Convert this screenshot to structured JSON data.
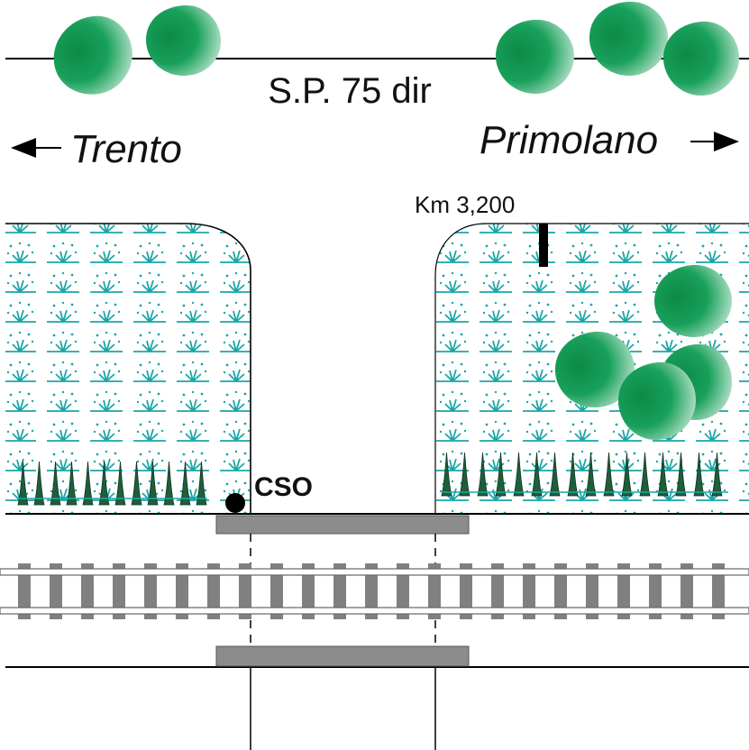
{
  "road": {
    "label": "S.P. 75 dir"
  },
  "directions": {
    "left": {
      "label": "Trento",
      "arrow": "left-arrow-icon"
    },
    "right": {
      "label": "Primolano",
      "arrow": "right-arrow-icon"
    }
  },
  "km_marker": {
    "label": "Km 3,200"
  },
  "crossing": {
    "label": "CSO"
  },
  "colors": {
    "tree": "#129a55",
    "grass": "#1aa6a6",
    "hedge": "#1e5e3a",
    "platform": "#8c8c8c",
    "rail": "#808080"
  }
}
